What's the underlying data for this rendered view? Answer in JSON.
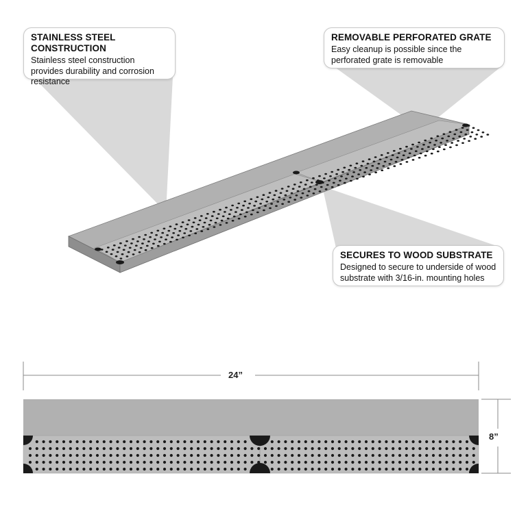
{
  "callouts": {
    "steel": {
      "title": "STAINLESS STEEL CONSTRUCTION",
      "text": "Stainless steel construction provides durability and corrosion resistance"
    },
    "grate": {
      "title": "REMOVABLE PERFORATED GRATE",
      "text": "Easy cleanup is possible since the perforated grate is removable"
    },
    "wood": {
      "title": "SECURES TO WOOD SUBSTRATE",
      "text": "Designed to secure to underside of wood substrate with 3/16-in. mounting holes"
    }
  },
  "dimensions": {
    "width": "24”",
    "height": "8”"
  },
  "colors": {
    "steel_top": "#b1b1b1",
    "steel_front": "#8e8e8e",
    "grate": "#bdbdbd",
    "hole": "#1a1a1a",
    "beam": "#dadada",
    "dim_line": "#8a8a8a"
  }
}
